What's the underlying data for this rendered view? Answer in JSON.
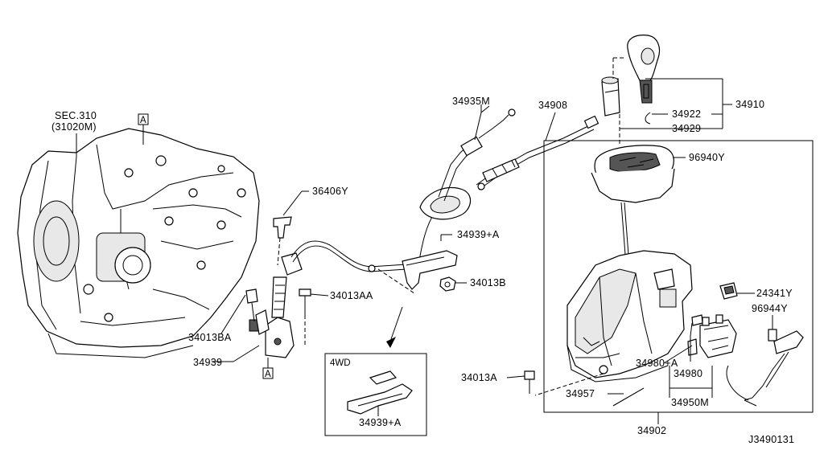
{
  "diagram": {
    "sec_ref": "SEC.310",
    "sec_sub": "(31020M)",
    "ref_a": "A",
    "box_4wd": "4WD",
    "drawing_code": "J3490131"
  },
  "callouts": {
    "p34935M": "34935M",
    "p34908": "34908",
    "p34910": "34910",
    "p34922": "34922",
    "p34929": "34929",
    "p96940Y": "96940Y",
    "p36406Y": "36406Y",
    "p34939A": "34939+A",
    "p34013B": "34013B",
    "p34013AA": "34013AA",
    "p34013BA": "34013BA",
    "p34939": "34939",
    "p24341Y": "24341Y",
    "p96944Y": "96944Y",
    "p34980A": "34980+A",
    "p34980": "34980",
    "p34950M": "34950M",
    "p34013A": "34013A",
    "p34957": "34957",
    "p34939A_4wd": "34939+A",
    "p34902": "34902"
  }
}
